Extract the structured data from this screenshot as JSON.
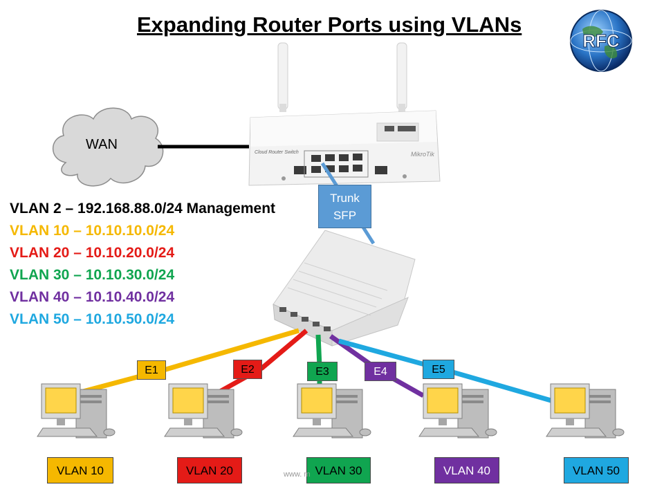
{
  "title": "Expanding Router Ports using VLANs",
  "logo": {
    "text": "RFC",
    "icon": "globe-logo"
  },
  "wan": {
    "label": "WAN"
  },
  "trunk": {
    "line1": "Trunk",
    "line2": "SFP"
  },
  "vlan_list": [
    {
      "text": "VLAN 2 – 192.168.88.0/24 Management",
      "color": "#000000"
    },
    {
      "text": "VLAN 10 – 10.10.10.0/24",
      "color": "#f5b800"
    },
    {
      "text": "VLAN 20 – 10.10.20.0/24",
      "color": "#e41b17"
    },
    {
      "text": "VLAN 30 – 10.10.30.0/24",
      "color": "#10a550"
    },
    {
      "text": "VLAN 40 – 10.10.40.0/24",
      "color": "#7030a0"
    },
    {
      "text": "VLAN 50 – 10.10.50.0/24",
      "color": "#1fa8e0"
    }
  ],
  "ports": [
    {
      "label": "E1",
      "color": "#f5b800"
    },
    {
      "label": "E2",
      "color": "#e41b17"
    },
    {
      "label": "E3",
      "color": "#10a550"
    },
    {
      "label": "E4",
      "color": "#7030a0"
    },
    {
      "label": "E5",
      "color": "#1fa8e0"
    }
  ],
  "hosts": [
    {
      "label": "VLAN 10",
      "color": "#f5b800",
      "text_color": "#000000"
    },
    {
      "label": "VLAN 20",
      "color": "#e41b17",
      "text_color": "#000000"
    },
    {
      "label": "VLAN 30",
      "color": "#10a550",
      "text_color": "#000000"
    },
    {
      "label": "VLAN 40",
      "color": "#7030a0",
      "text_color": "#ffffff"
    },
    {
      "label": "VLAN 50",
      "color": "#1fa8e0",
      "text_color": "#000000"
    }
  ],
  "router": {
    "brand": "MikroTik",
    "model": "Cloud Router Switch"
  },
  "watermark": "www.                    m",
  "colors": {
    "trunk_line": "#5b9bd5",
    "wan_line": "#000000"
  }
}
